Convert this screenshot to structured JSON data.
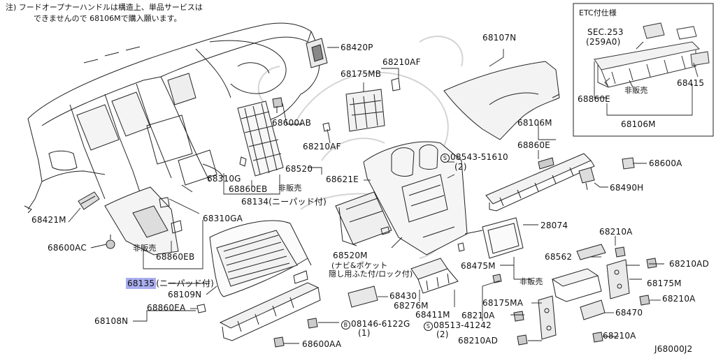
{
  "note": {
    "line1": "注) フードオープナーハンドルは構造上、単品サービスは",
    "line2": "できませんので 68106Mで購入願います。"
  },
  "etc_box": {
    "title": "ETC付仕様",
    "labels": {
      "sec253": "SEC.253",
      "sec253_sub": "(259A0)",
      "p68415": "68415",
      "hihanbai": "非販売",
      "p68860E": "68860E",
      "p68106M": "68106M"
    }
  },
  "labels": {
    "p68420P": "68420P",
    "p68107N": "68107N",
    "p68210AF_top": "68210AF",
    "p68175MB": "68175MB",
    "p68600AB": "68600AB",
    "p68210AF_mid": "68210AF",
    "p68106M_mid": "68106M",
    "p68860E_mid": "68860E",
    "p08543": "08543-51610",
    "p08543_qty": "(2)",
    "p68600A": "68600A",
    "p68520": "68520",
    "p68621E": "68621E",
    "p68490H": "68490H",
    "p68310G": "68310G",
    "p68860EB_top": "68860EB",
    "hihanbai_top": "非販売",
    "p68134": "68134(ニーパッド付)",
    "p68421M": "68421M",
    "p68310GA": "68310GA",
    "p28074": "28074",
    "p68600AC": "68600AC",
    "hihanbai_left": "非販売",
    "p68860EB_bot": "68860EB",
    "p68135": "68135",
    "p68135_sub": "(ニーパッド付)",
    "p68109N": "68109N",
    "p68520M": "68520M",
    "p68520M_sub1": "(ナビ&ポケット",
    "p68520M_sub2": "隠し用ふた付/ロック付)",
    "p68210A_r1": "68210A",
    "p68562": "68562",
    "p68475M": "68475M",
    "p68210AD_r": "68210AD",
    "hihanbai_right": "非販売",
    "p68175M": "68175M",
    "p68430": "68430",
    "p68276M": "68276M",
    "p68411M": "68411M",
    "p68175MA": "68175MA",
    "p68210A_r2": "68210A",
    "p68470": "68470",
    "p68108N": "68108N",
    "p68860EA": "68860EA",
    "p08146": "08146-6122G",
    "p08146_qty": "(1)",
    "p68210A_c": "68210A",
    "p08513": "08513-41242",
    "p08513_qty": "(2)",
    "p68600AA": "68600AA",
    "p68210AD_b": "68210AD",
    "p68210A_b": "68210A",
    "diagram_id": "J68000J2",
    "circle_s": "S",
    "circle_b": "B"
  }
}
